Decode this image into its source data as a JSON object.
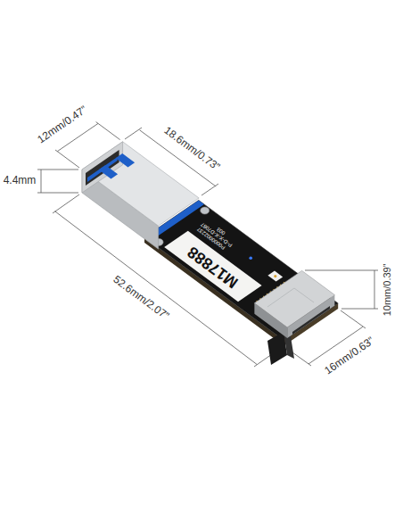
{
  "diagram": {
    "labels": [
      "12mm/0.47”",
      "18.6mm/0.73”",
      "4.4mm",
      "M17888",
      "P-D-X-X-D7087",
      "P0000002237",
      "003",
      "52.6mm/2.07”",
      "10mm/0.39”",
      "16mm/0.63”"
    ]
  }
}
